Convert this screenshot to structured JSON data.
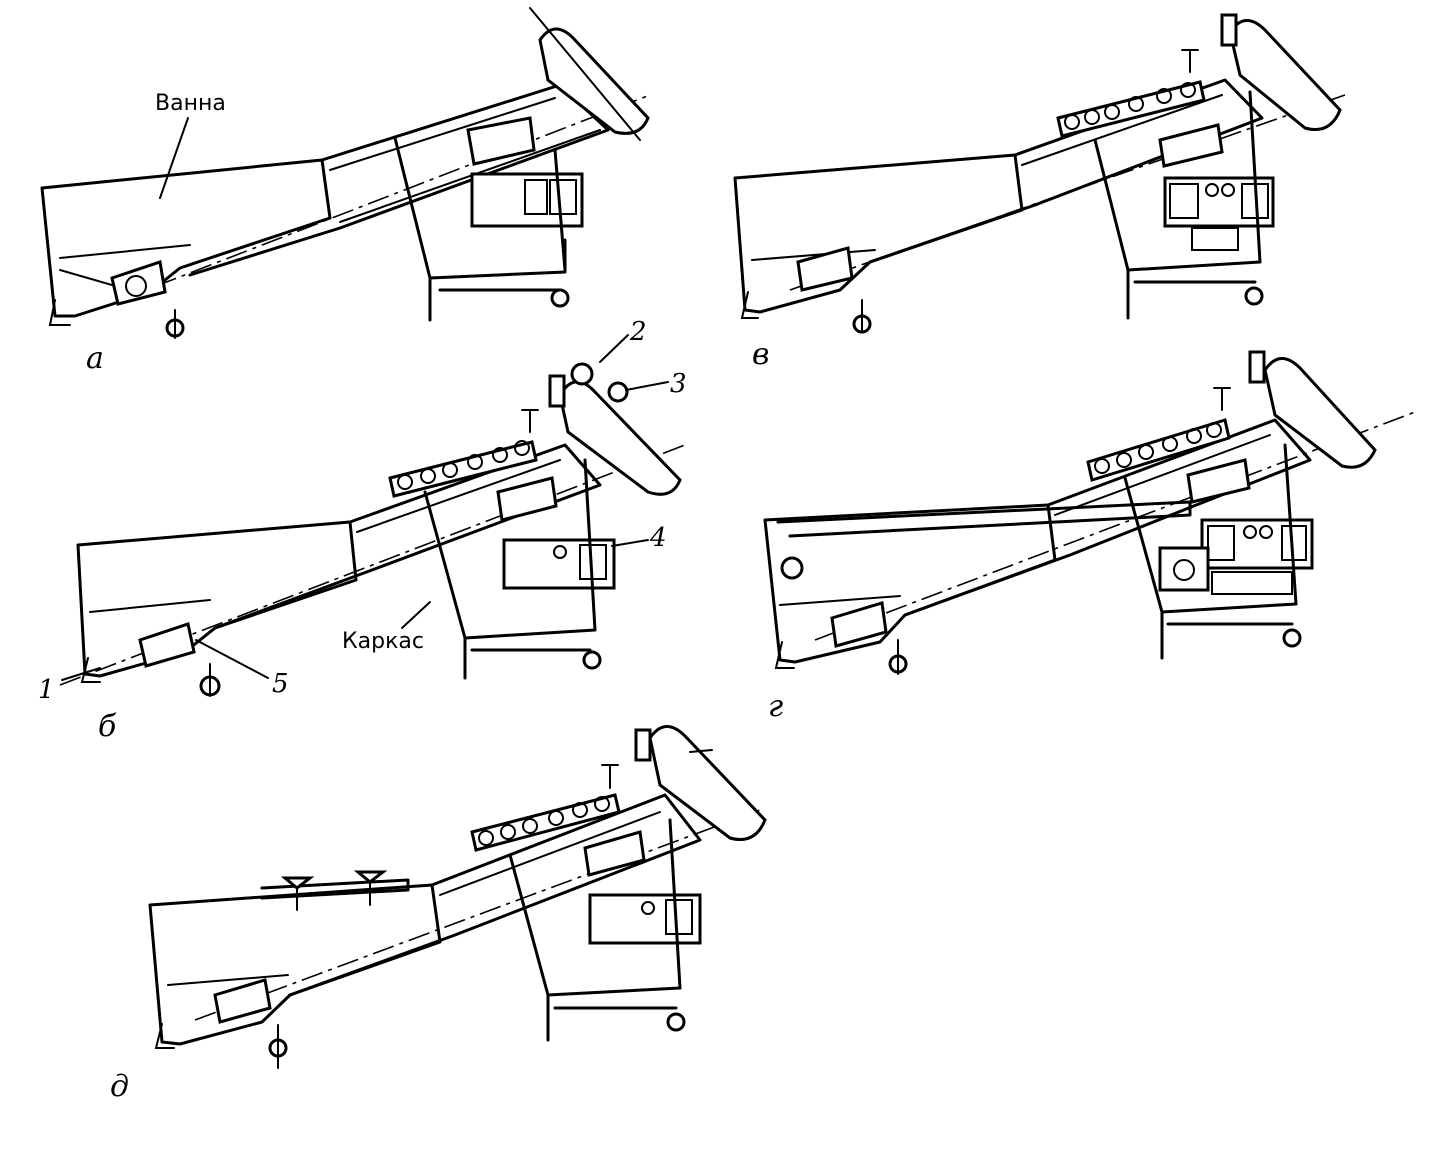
{
  "figure": {
    "panels": [
      {
        "id": "a",
        "label": "а"
      },
      {
        "id": "b",
        "label": "б"
      },
      {
        "id": "v",
        "label": "в"
      },
      {
        "id": "g",
        "label": "г"
      },
      {
        "id": "d",
        "label": "д"
      }
    ],
    "callouts": {
      "bath": "Ванна",
      "frame": "Каркас",
      "n1": "1",
      "n2": "2",
      "n3": "3",
      "n4": "4",
      "n5": "5"
    }
  }
}
